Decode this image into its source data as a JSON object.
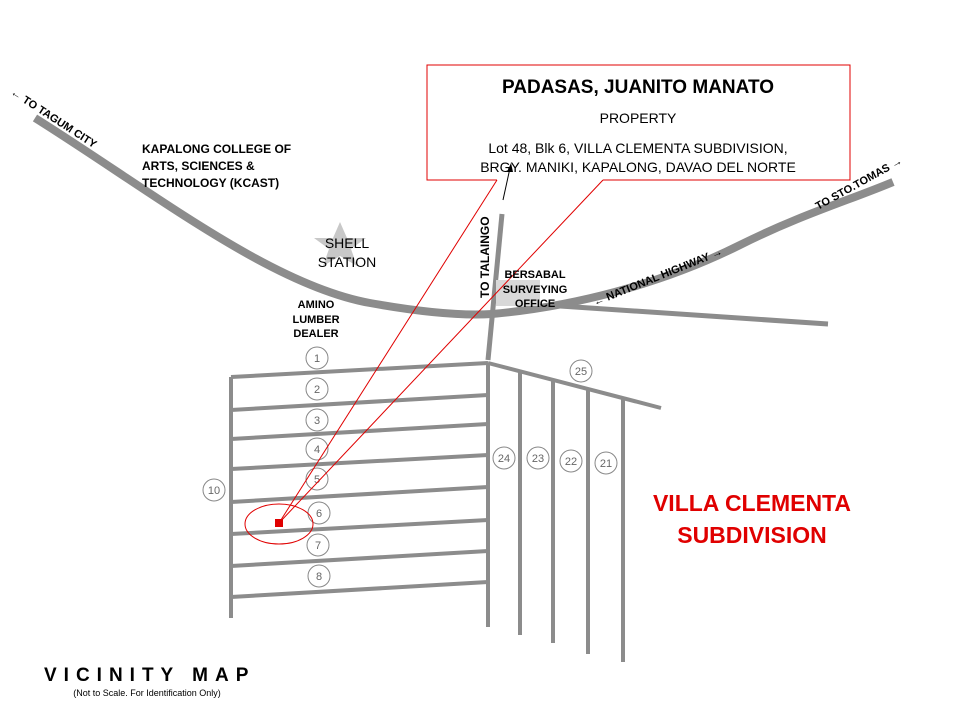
{
  "callout": {
    "owner": "PADASAS, JUANITO MANATO",
    "type": "PROPERTY",
    "address_line1": "Lot 48, Blk 6, VILLA CLEMENTA SUBDIVISION,",
    "address_line2": "BRGY. MANIKI, KAPALONG, DAVAO DEL NORTE"
  },
  "roads": {
    "tagum": "← TO TAGUM CITY",
    "stotomas": "TO STO.TOMAS →",
    "highway": "← NATIONAL HIGHWAY →",
    "talaingo": "TO  TALAINGO"
  },
  "landmarks": {
    "kcast": [
      "KAPALONG COLLEGE OF",
      "ARTS, SCIENCES &",
      "TECHNOLOGY (KCAST)"
    ],
    "shell": [
      "SHELL",
      "STATION"
    ],
    "amino": [
      "AMINO",
      "LUMBER",
      "DEALER"
    ],
    "bersabal": [
      "BERSABAL",
      "SURVEYING",
      "OFFICE"
    ]
  },
  "blocks": [
    "1",
    "2",
    "3",
    "4",
    "5",
    "6",
    "7",
    "8",
    "10",
    "24",
    "23",
    "22",
    "21",
    "25"
  ],
  "subdivision": [
    "VILLA CLEMENTA",
    "SUBDIVISION"
  ],
  "title": "VICINITY MAP",
  "subtitle": "(Not to Scale. For Identification Only)",
  "colors": {
    "road": "#8c8c8c",
    "accent": "#e00000"
  }
}
